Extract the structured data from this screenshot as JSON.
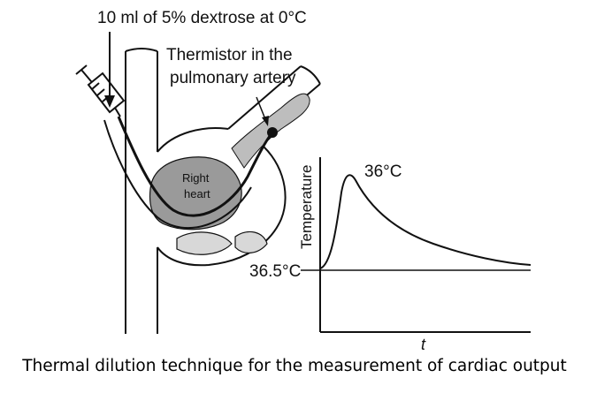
{
  "labels": {
    "injection": "10 ml of 5% dextrose at 0°C",
    "thermistor_line1": "Thermistor in the",
    "thermistor_line2": "pulmonary artery",
    "right_heart_line1": "Right",
    "right_heart_line2": "heart",
    "y_axis": "Temperature",
    "peak": "36°C",
    "baseline": "36.5°C",
    "x_axis": "t"
  },
  "caption": "Thermal dilution technique for the measurement of cardiac output",
  "colors": {
    "ink": "#111111",
    "heart_fill": "#9a9a9a",
    "artery_fill": "#bdbdbd",
    "background": "#ffffff"
  }
}
